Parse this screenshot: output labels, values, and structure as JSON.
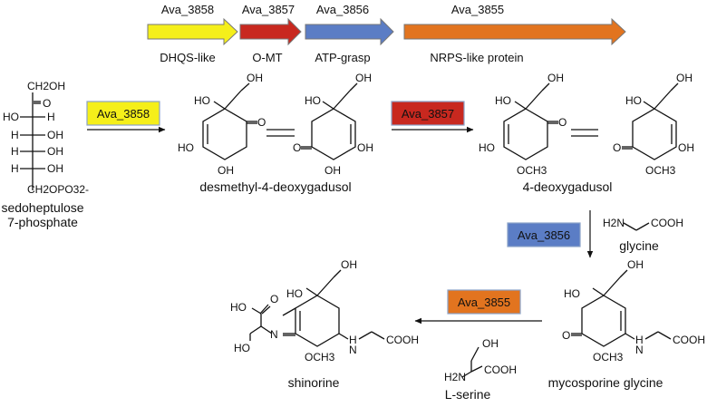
{
  "colors": {
    "ava_3858": "#f5ef1a",
    "ava_3857": "#c8281f",
    "ava_3856": "#5b7dc5",
    "ava_3855": "#e2741f"
  },
  "gene_cluster": [
    {
      "id": "Ava_3858",
      "desc": "DHQS-like"
    },
    {
      "id": "Ava_3857",
      "desc": "O-MT"
    },
    {
      "id": "Ava_3856",
      "desc": "ATP-grasp"
    },
    {
      "id": "Ava_3855",
      "desc": "NRPS-like protein"
    }
  ],
  "enzyme_boxes": {
    "e1": "Ava_3858",
    "e2": "Ava_3857",
    "e3": "Ava_3856",
    "e4": "Ava_3855"
  },
  "compounds": {
    "sedo_line1": "sedoheptulose",
    "sedo_line2": "7-phosphate",
    "desmethyl": "desmethyl-4-deoxygadusol",
    "deoxygadusol": "4-deoxygadusol",
    "glycine": "glycine",
    "mycosporine": "mycosporine glycine",
    "serine": "L-serine",
    "shinorine": "shinorine"
  },
  "atoms": {
    "ch2oh": "CH2OH",
    "o": "O",
    "ho": "HO",
    "h": "H",
    "oh": "OH",
    "ch2opo3": "CH2OPO32-",
    "och3": "OCH3",
    "h2n": "H2N",
    "cooh": "COOH",
    "n": "N"
  }
}
